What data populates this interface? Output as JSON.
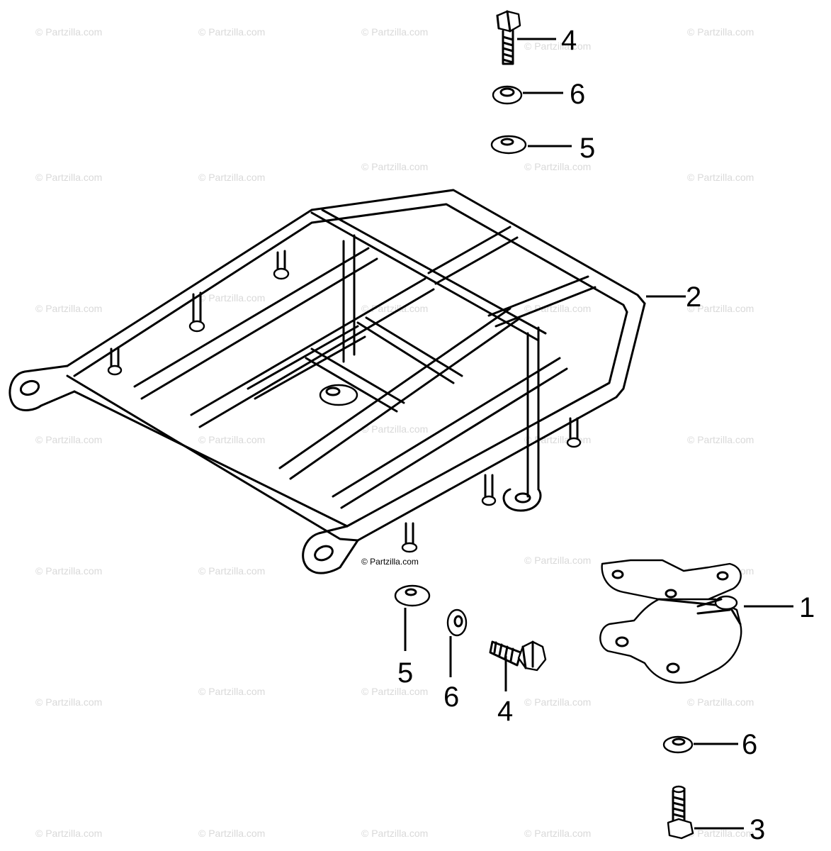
{
  "watermark": {
    "repeated_text": "© Partzilla.com",
    "center_text": "© Partzilla.com"
  },
  "callouts": {
    "top_bolt": "4",
    "top_lock_washer": "6",
    "top_washer": "5",
    "carrier": "2",
    "bracket": "1",
    "bottom_washer": "5",
    "bottom_lock_washer": "6",
    "bottom_bolt": "4",
    "right_lock_washer": "6",
    "right_bolt": "3"
  }
}
